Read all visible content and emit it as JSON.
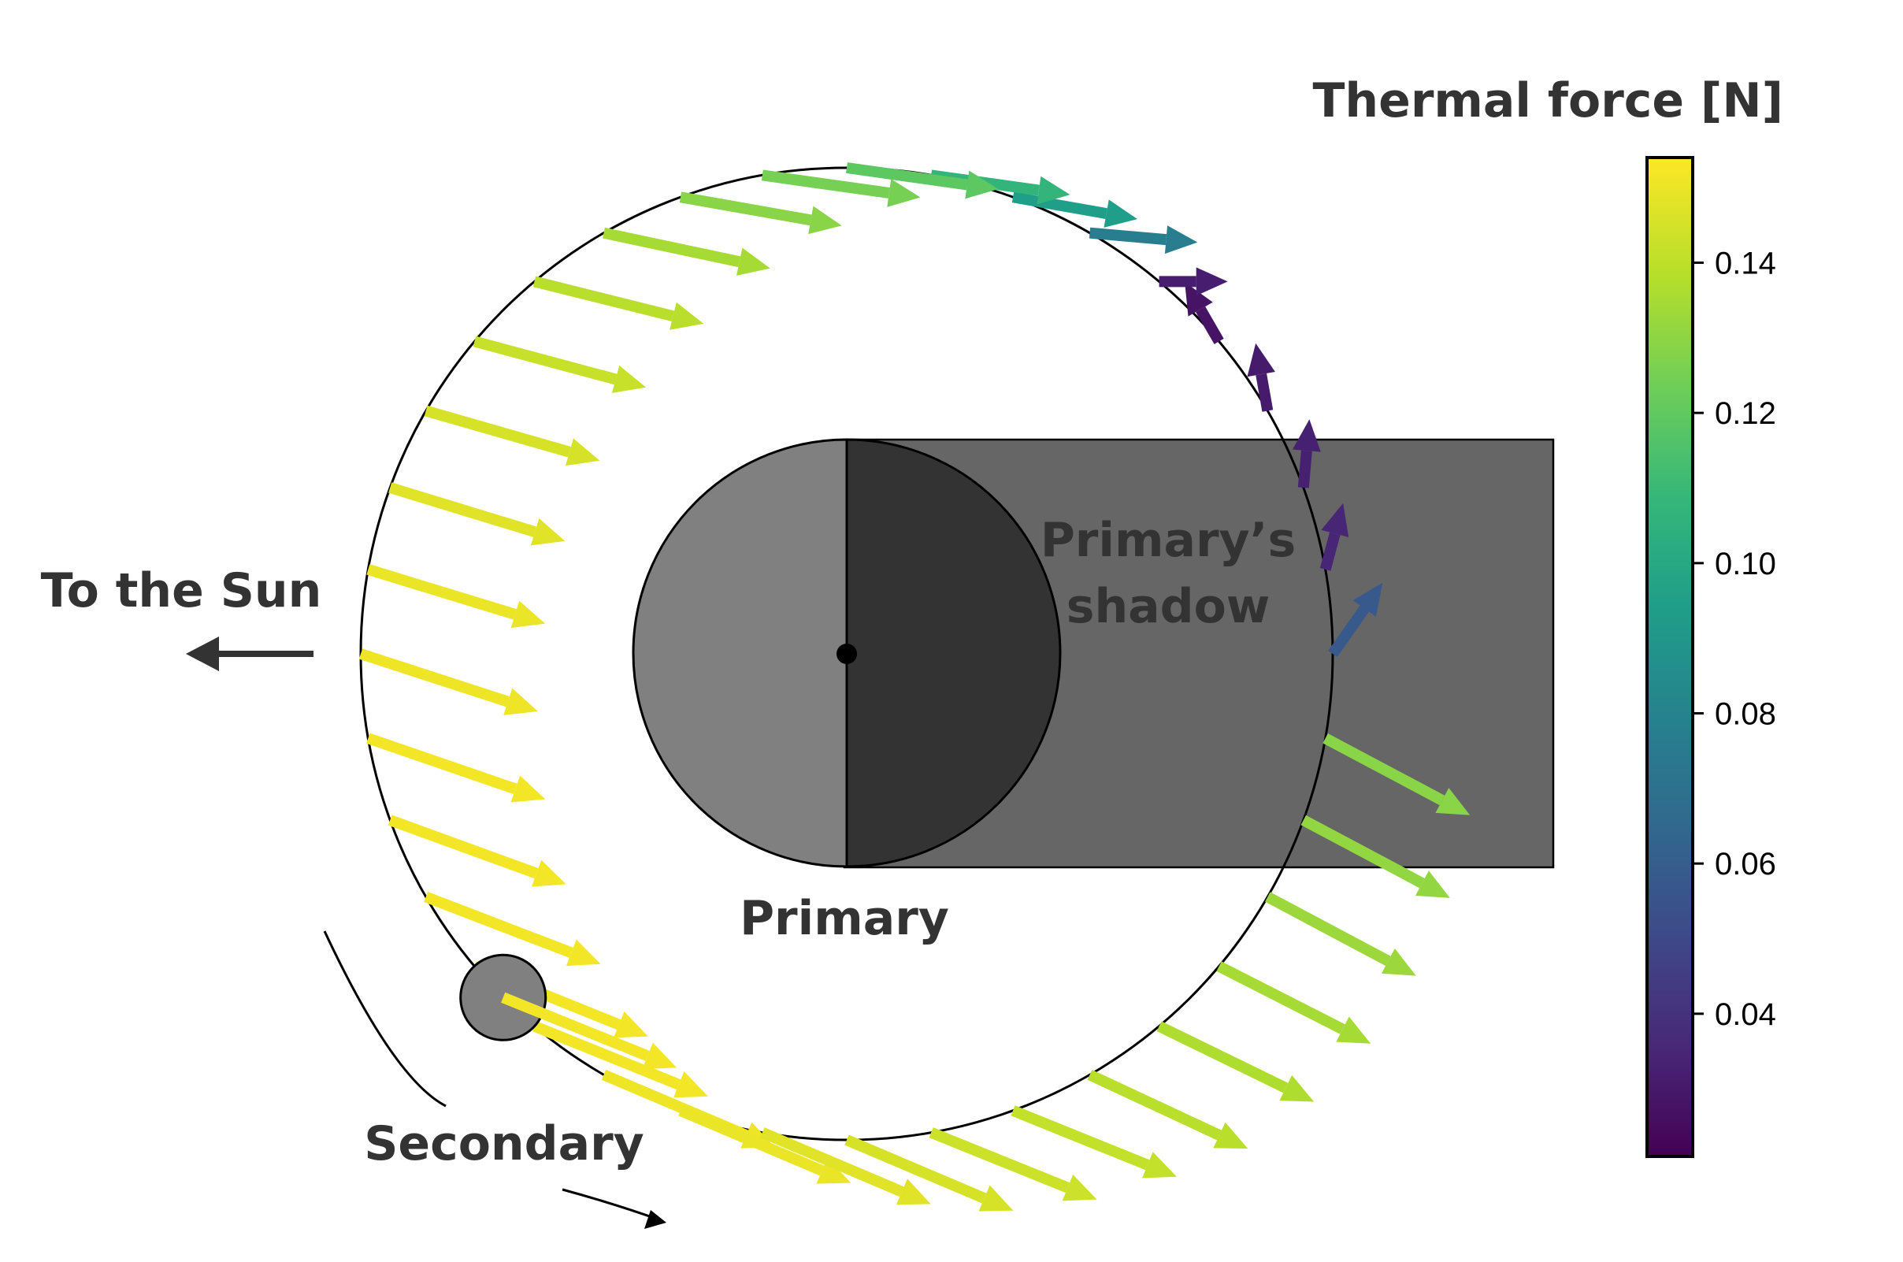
{
  "labels": {
    "sun": "To the Sun",
    "primary": "Primary",
    "shadow_line1": "Primary’s",
    "shadow_line2": "shadow",
    "secondary": "Secondary"
  },
  "colorbar": {
    "title": "Thermal force [N]",
    "min": 0.021,
    "max": 0.154,
    "ticks": [
      "0.04",
      "0.06",
      "0.08",
      "0.10",
      "0.12",
      "0.14"
    ],
    "tick_values": [
      0.04,
      0.06,
      0.08,
      0.1,
      0.12,
      0.14
    ],
    "colormap": "viridis"
  },
  "colors": {
    "shadow": "#666666",
    "primary_day": "#808080",
    "primary_night": "#333333",
    "secondary": "#808080",
    "text": "#333333"
  },
  "chart_data": {
    "type": "quiver",
    "angle_unit": "degrees, measured from the anti-sun direction along the orbit",
    "arrows": [
      {
        "angle": 0,
        "force": 0.058,
        "dir": 55
      },
      {
        "angle": 10,
        "force": 0.035,
        "dir": 75
      },
      {
        "angle": 20,
        "force": 0.033,
        "dir": 85
      },
      {
        "angle": 30,
        "force": 0.031,
        "dir": 100
      },
      {
        "angle": 40,
        "force": 0.028,
        "dir": 120
      },
      {
        "angle": 50,
        "force": 0.032,
        "dir": 0
      },
      {
        "angle": 60,
        "force": 0.078,
        "dir": -5
      },
      {
        "angle": 70,
        "force": 0.095,
        "dir": -10
      },
      {
        "angle": 80,
        "force": 0.108,
        "dir": -8
      },
      {
        "angle": 90,
        "force": 0.12,
        "dir": -8
      },
      {
        "angle": 100,
        "force": 0.126,
        "dir": -8
      },
      {
        "angle": 110,
        "force": 0.13,
        "dir": -10
      },
      {
        "angle": 120,
        "force": 0.136,
        "dir": -12
      },
      {
        "angle": 130,
        "force": 0.14,
        "dir": -14
      },
      {
        "angle": 140,
        "force": 0.143,
        "dir": -15
      },
      {
        "angle": 150,
        "force": 0.146,
        "dir": -16
      },
      {
        "angle": 160,
        "force": 0.148,
        "dir": -17
      },
      {
        "angle": 170,
        "force": 0.15,
        "dir": -17
      },
      {
        "angle": 180,
        "force": 0.151,
        "dir": -18
      },
      {
        "angle": 190,
        "force": 0.152,
        "dir": -19
      },
      {
        "angle": 200,
        "force": 0.152,
        "dir": -20
      },
      {
        "angle": 210,
        "force": 0.152,
        "dir": -21
      },
      {
        "angle": 220,
        "force": 0.152,
        "dir": -22
      },
      {
        "angle": 230,
        "force": 0.152,
        "dir": -22
      },
      {
        "angle": 240,
        "force": 0.151,
        "dir": -23
      },
      {
        "angle": 250,
        "force": 0.15,
        "dir": -23
      },
      {
        "angle": 260,
        "force": 0.148,
        "dir": -23
      },
      {
        "angle": 270,
        "force": 0.146,
        "dir": -23
      },
      {
        "angle": 280,
        "force": 0.144,
        "dir": -22
      },
      {
        "angle": 290,
        "force": 0.142,
        "dir": -22
      },
      {
        "angle": 300,
        "force": 0.14,
        "dir": -25
      },
      {
        "angle": 310,
        "force": 0.138,
        "dir": -26
      },
      {
        "angle": 320,
        "force": 0.136,
        "dir": -27
      },
      {
        "angle": 330,
        "force": 0.134,
        "dir": -28
      },
      {
        "angle": 340,
        "force": 0.132,
        "dir": -28
      },
      {
        "angle": 350,
        "force": 0.13,
        "dir": -28
      }
    ],
    "secondary_angle": 225,
    "secondary_force": 0.152,
    "secondary_dir": -22
  }
}
